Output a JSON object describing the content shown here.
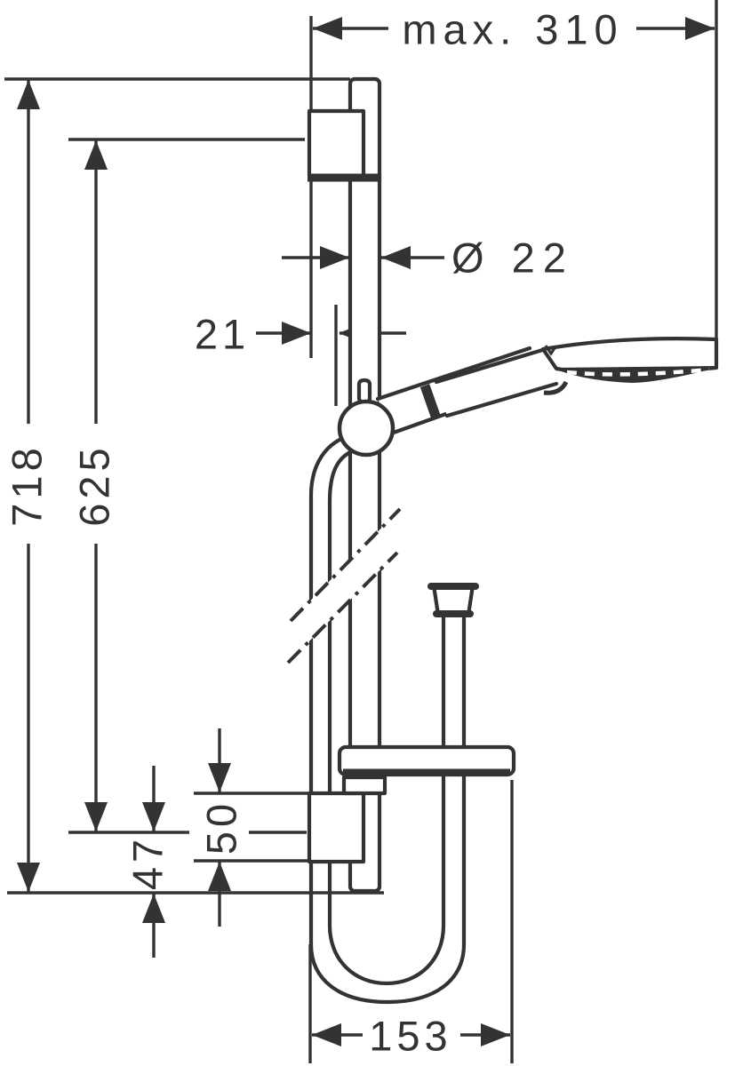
{
  "drawing": {
    "background_color": "#ffffff",
    "line_color": "#333333"
  },
  "dims": {
    "max_width": "max. 310",
    "total_height": "718",
    "slide_height": "625",
    "bar_diameter": "Ø 22",
    "wall_clearance": "21",
    "bracket_span": "50",
    "bottom_offset": "47",
    "base_depth": "153"
  }
}
